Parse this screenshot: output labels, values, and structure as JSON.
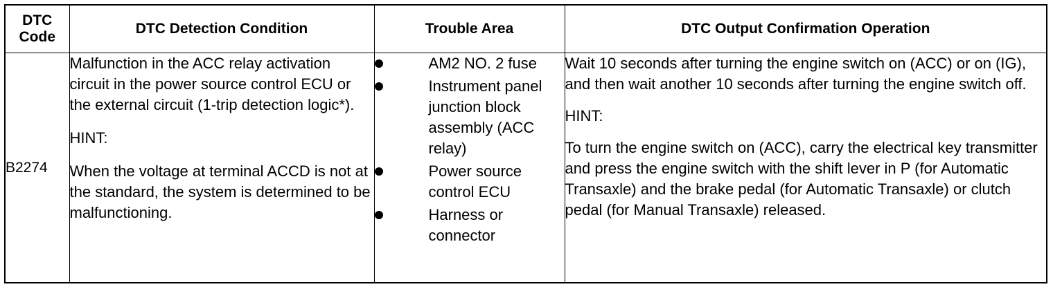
{
  "table": {
    "headers": {
      "code_line1": "DTC",
      "code_line2": "Code",
      "condition": "DTC Detection Condition",
      "trouble_area": "Trouble Area",
      "confirmation": "DTC Output Confirmation Operation"
    },
    "row": {
      "code": "B2274",
      "condition": {
        "paragraph1": "Malfunction in the ACC relay activation circuit in the power source control ECU or the external circuit (1-trip detection logic*).",
        "hint_label": "HINT:",
        "paragraph2": "When the voltage at terminal ACCD is not at the standard, the system is determined to be malfunctioning."
      },
      "trouble_area": [
        "AM2 NO. 2 fuse",
        "Instrument panel junction block assembly (ACC relay)",
        "Power source control ECU",
        "Harness or connector"
      ],
      "confirmation": {
        "paragraph1": "Wait 10 seconds after turning the engine switch on (ACC) or on (IG), and then wait another 10 seconds after turning the engine switch off.",
        "hint_label": "HINT:",
        "paragraph2": "To turn the engine switch on (ACC), carry the electrical key transmitter and press the engine switch with the shift lever in P (for Automatic Transaxle) and the brake pedal (for Automatic Transaxle) or clutch pedal (for Manual Transaxle) released."
      }
    }
  }
}
